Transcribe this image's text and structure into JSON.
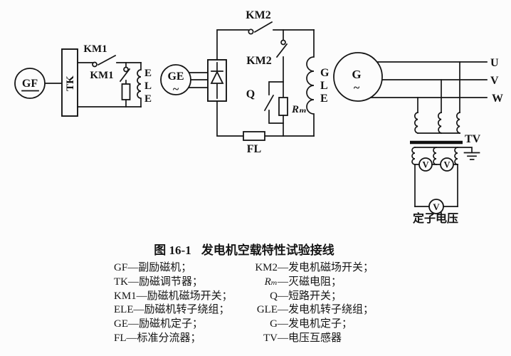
{
  "figure": {
    "caption_number": "图 16-1",
    "caption_title": "发电机空载特性试验接线"
  },
  "labels": {
    "gf": "GF",
    "tk": "TK",
    "km1_main": "KM1",
    "km1_field": "KM1",
    "ge": "GE",
    "tilde": "~",
    "km2_main": "KM2",
    "km2_field": "KM2",
    "q": "Q",
    "rm": "Rₘ",
    "fl": "FL",
    "g": "G",
    "phase_u": "U",
    "phase_v": "V",
    "phase_w": "W",
    "tv": "TV",
    "stator_voltage": "定子电压",
    "voltmeter": "V",
    "ele_letters": [
      "E",
      "L",
      "E"
    ],
    "gle_letters": [
      "G",
      "L",
      "E"
    ]
  },
  "legend": {
    "separator": "—",
    "rows": [
      {
        "left_abbr": "GF",
        "left_term": "副励磁机；",
        "right_abbr": "KM2",
        "right_term": "发电机磁场开关；"
      },
      {
        "left_abbr": "TK",
        "left_term": "励磁调节器；",
        "right_abbr": "Rₘ",
        "right_term": "灭磁电阻；"
      },
      {
        "left_abbr": "KM1",
        "left_term": "励磁机磁场开关；",
        "right_abbr": "Q",
        "right_term": "短路开关；"
      },
      {
        "left_abbr": "ELE",
        "left_term": "励磁机转子绕组；",
        "right_abbr": "GLE",
        "right_term": "发电机转子绕组；"
      },
      {
        "left_abbr": "GE",
        "left_term": "励磁机定子；",
        "right_abbr": "G",
        "right_term": "发电机定子；"
      },
      {
        "left_abbr": "FL",
        "left_term": "标准分流器；",
        "right_abbr": "TV",
        "right_term": "电压互感器"
      }
    ]
  },
  "colors": {
    "ink": "#151515",
    "paper": "#fcfcfc"
  }
}
